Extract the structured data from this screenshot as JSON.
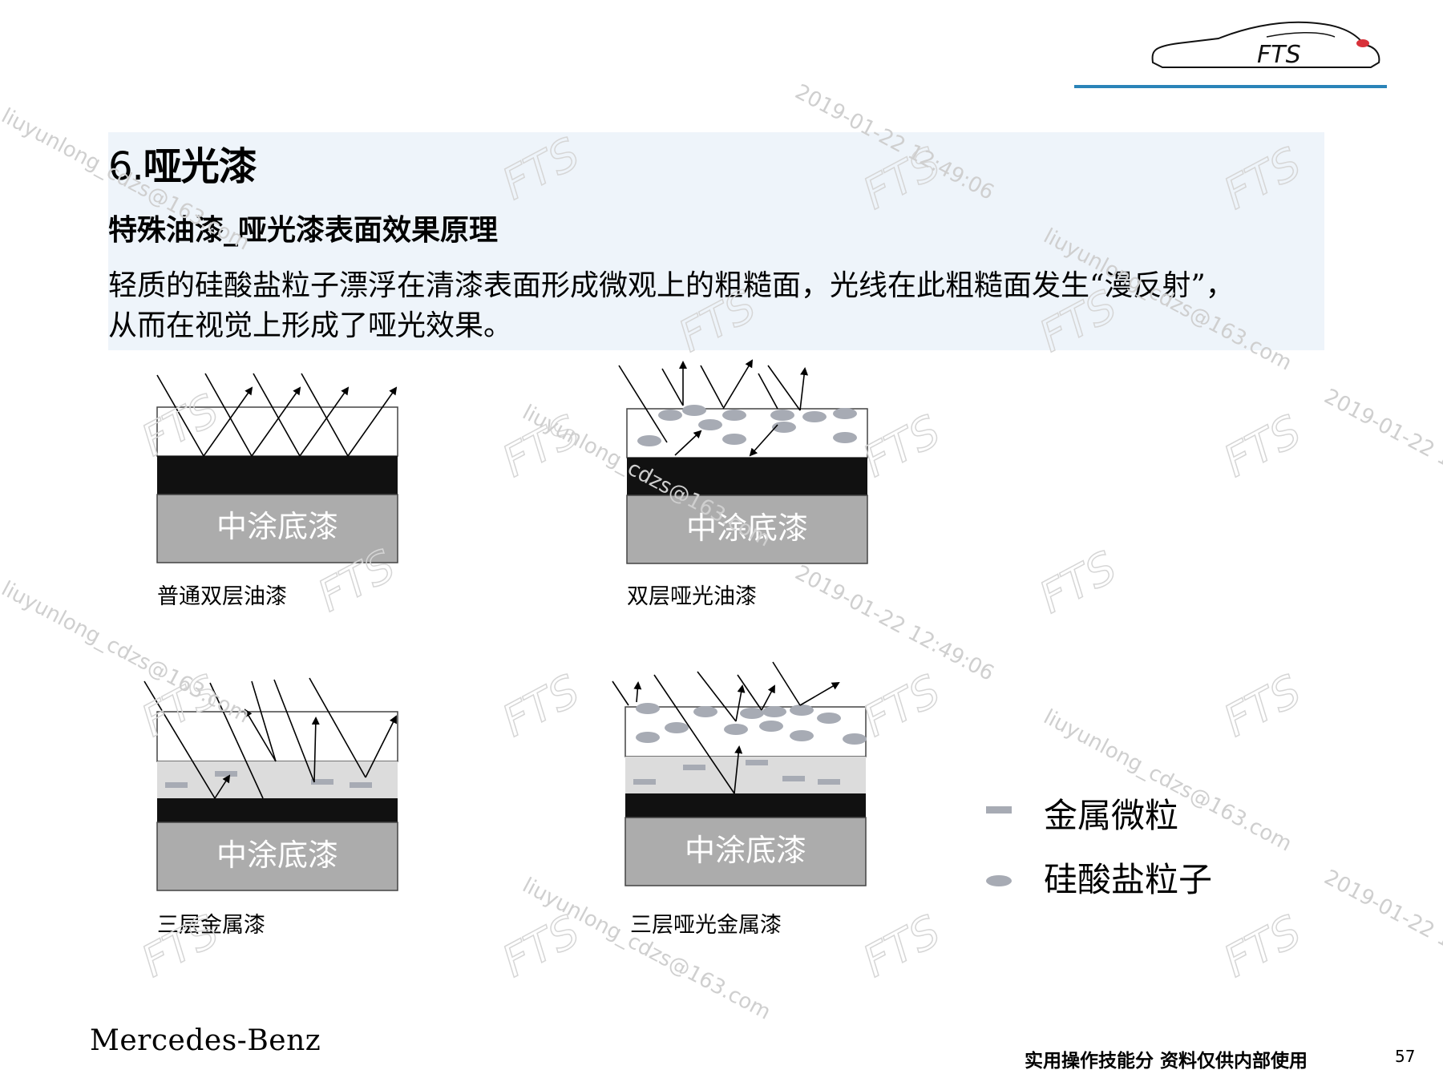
{
  "slide": {
    "logo_text": "FTS",
    "title_number": "6.",
    "title": "哑光漆",
    "subtitle": "特殊油漆_哑光漆表面效果原理",
    "body_lines": [
      "轻质的硅酸盐粒子漂浮在清漆表面形成微观上的粗糙面，光线在此粗糙面发生“漫反射”，",
      "从而在视觉上形成了哑光效果。"
    ]
  },
  "diagrams": [
    {
      "base_label": "中涂底漆",
      "caption": "普通双层油漆"
    },
    {
      "base_label": "中涂底漆",
      "caption": "双层哑光油漆"
    },
    {
      "base_label": "中涂底漆",
      "caption": "三层金属漆"
    },
    {
      "base_label": "中涂底漆",
      "caption": "三层哑光金属漆"
    }
  ],
  "legend": [
    {
      "label": "金属微粒",
      "symbol": "dash",
      "color": "#a7abb4"
    },
    {
      "label": "硅酸盐粒子",
      "symbol": "ellipse",
      "color": "#a7abb4"
    }
  ],
  "footer": {
    "brand": "Mercedes-Benz",
    "note": "实用操作技能分 资料仅供内部使用",
    "page": "57"
  },
  "watermark": {
    "mark": "FTS",
    "email": "liuyunlong_cdzs@163.com",
    "time": "2019-01-22 12:49:06"
  },
  "colors": {
    "accent_line": "#2a84b8",
    "base_coat": "#acacac",
    "black_coat": "#111111",
    "mid_coat": "#dcdcdc",
    "particle": "#a7abb4",
    "header_bg": "#eef4fa"
  }
}
